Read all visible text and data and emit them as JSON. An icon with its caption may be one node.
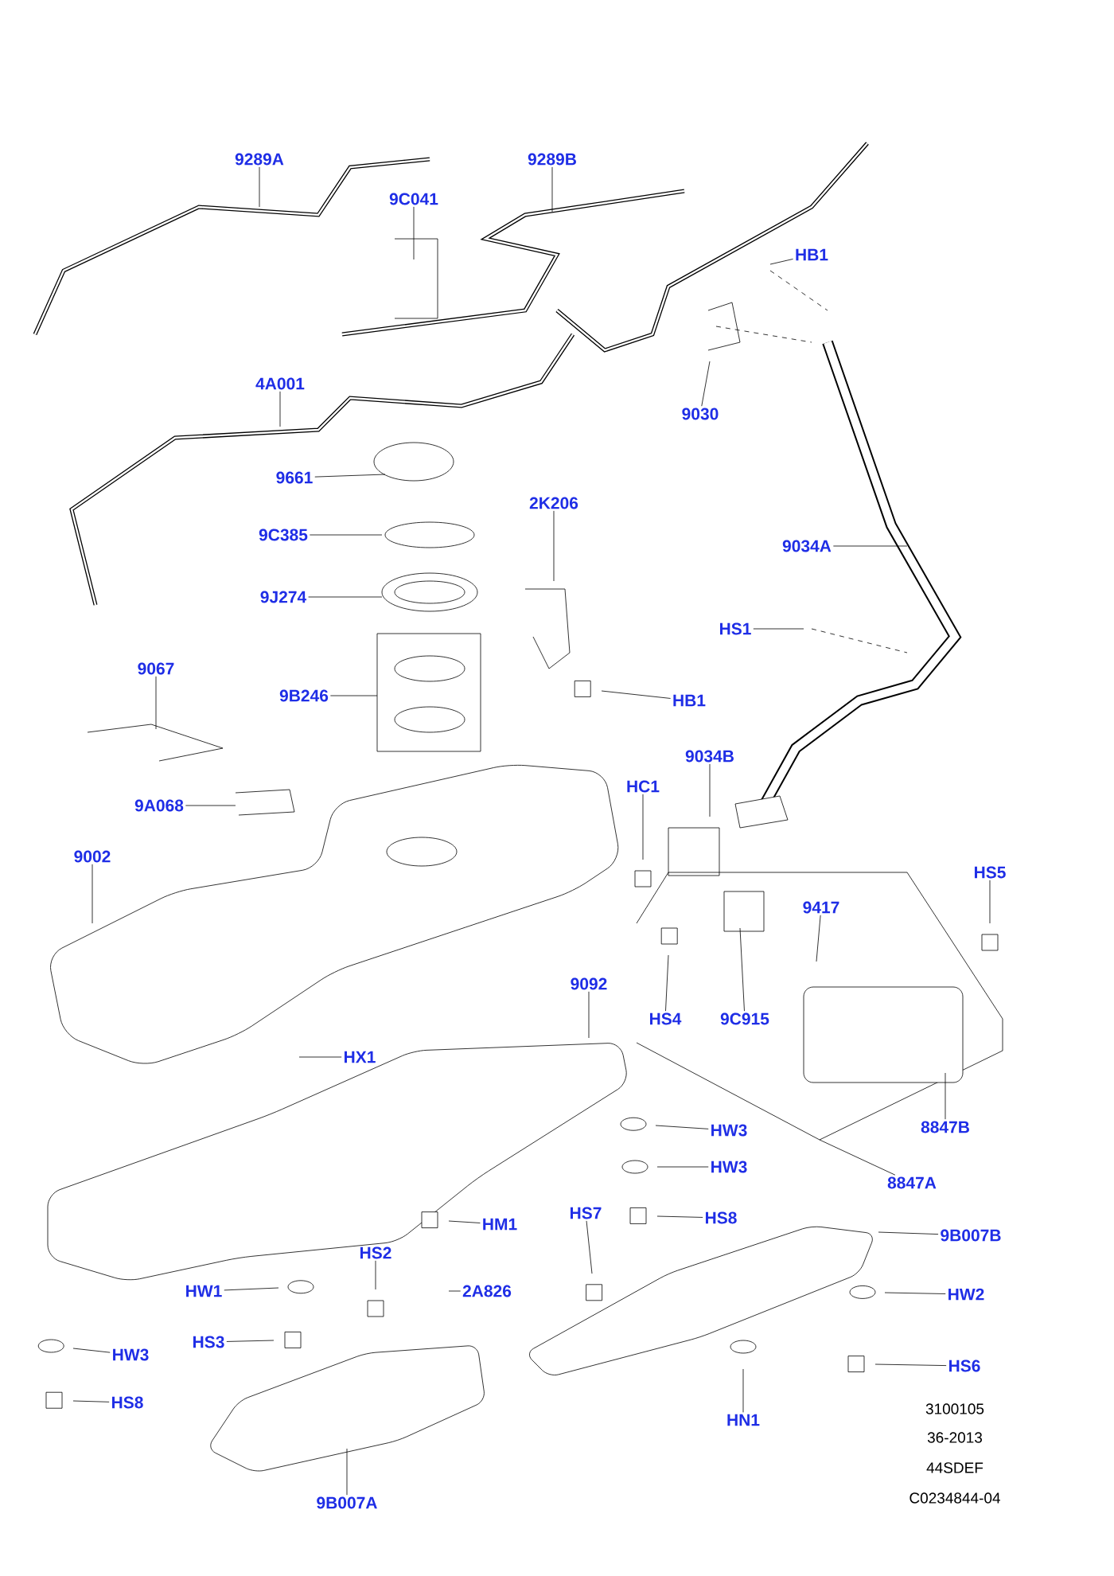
{
  "diagram": {
    "nodes": [
      {
        "text": [
          "9289A"
        ]
      },
      {
        "text": [
          "9289B"
        ]
      },
      {
        "text": [
          "9C041"
        ]
      },
      {
        "text": [
          "HB1"
        ]
      },
      {
        "text": [
          "4A001"
        ]
      },
      {
        "text": [
          "9030"
        ]
      },
      {
        "text": [
          "9661"
        ]
      },
      {
        "text": [
          "2K206"
        ]
      },
      {
        "text": [
          "9C385"
        ]
      },
      {
        "text": [
          "9034A"
        ]
      },
      {
        "text": [
          "9J274"
        ]
      },
      {
        "text": [
          "HS1"
        ]
      },
      {
        "text": [
          "9067"
        ]
      },
      {
        "text": [
          "9B246"
        ]
      },
      {
        "text": [
          "HB1"
        ]
      },
      {
        "text": [
          "9034B"
        ]
      },
      {
        "text": [
          "HC1"
        ]
      },
      {
        "text": [
          "9A068"
        ]
      },
      {
        "text": [
          "9002"
        ]
      },
      {
        "text": [
          "HS5"
        ]
      },
      {
        "text": [
          "9417"
        ]
      },
      {
        "text": [
          "HS4"
        ]
      },
      {
        "text": [
          "9C915"
        ]
      },
      {
        "text": [
          "9092"
        ]
      },
      {
        "text": [
          "HX1"
        ]
      },
      {
        "text": [
          "HW3"
        ]
      },
      {
        "text": [
          "8847B"
        ]
      },
      {
        "text": [
          "HW3"
        ]
      },
      {
        "text": [
          "8847A"
        ]
      },
      {
        "text": [
          "HM1"
        ]
      },
      {
        "text": [
          "HS7"
        ]
      },
      {
        "text": [
          "HS8"
        ]
      },
      {
        "text": [
          "9B007B"
        ]
      },
      {
        "text": [
          "HS2"
        ]
      },
      {
        "text": [
          "HW1"
        ]
      },
      {
        "text": [
          "2A826"
        ]
      },
      {
        "text": [
          "HW2"
        ]
      },
      {
        "text": [
          "HS3"
        ]
      },
      {
        "text": [
          "HW3"
        ]
      },
      {
        "text": [
          "HS6"
        ]
      },
      {
        "text": [
          "HS8"
        ]
      },
      {
        "text": [
          "HN1"
        ]
      },
      {
        "text": [
          "9B007A"
        ]
      }
    ],
    "edges": [
      {
        "from": 0,
        "to": null,
        "arrow": "none"
      },
      {
        "from": 1,
        "to": null,
        "arrow": "none"
      },
      {
        "from": 2,
        "to": null,
        "arrow": "none"
      },
      {
        "from": 3,
        "to": null,
        "arrow": "none"
      },
      {
        "from": 4,
        "to": null,
        "arrow": "none"
      },
      {
        "from": 5,
        "to": null,
        "arrow": "none"
      },
      {
        "from": 6,
        "to": null,
        "arrow": "none"
      },
      {
        "from": 7,
        "to": null,
        "arrow": "none"
      },
      {
        "from": 8,
        "to": null,
        "arrow": "none"
      },
      {
        "from": 9,
        "to": null,
        "arrow": "none"
      },
      {
        "from": 10,
        "to": null,
        "arrow": "none"
      },
      {
        "from": 11,
        "to": null,
        "arrow": "none"
      },
      {
        "from": 12,
        "to": null,
        "arrow": "none"
      },
      {
        "from": 13,
        "to": null,
        "arrow": "none"
      },
      {
        "from": 14,
        "to": null,
        "arrow": "none"
      },
      {
        "from": 15,
        "to": null,
        "arrow": "none"
      },
      {
        "from": 16,
        "to": null,
        "arrow": "none"
      },
      {
        "from": 17,
        "to": null,
        "arrow": "none"
      },
      {
        "from": 18,
        "to": null,
        "arrow": "none"
      },
      {
        "from": 19,
        "to": null,
        "arrow": "none"
      },
      {
        "from": 20,
        "to": null,
        "arrow": "none"
      },
      {
        "from": 21,
        "to": null,
        "arrow": "none"
      },
      {
        "from": 22,
        "to": null,
        "arrow": "none"
      },
      {
        "from": 23,
        "to": null,
        "arrow": "none"
      },
      {
        "from": 24,
        "to": null,
        "arrow": "none"
      },
      {
        "from": 25,
        "to": null,
        "arrow": "none"
      },
      {
        "from": 26,
        "to": null,
        "arrow": "none"
      },
      {
        "from": 27,
        "to": null,
        "arrow": "none"
      },
      {
        "from": 28,
        "to": null,
        "arrow": "none"
      },
      {
        "from": 29,
        "to": null,
        "arrow": "none"
      },
      {
        "from": 30,
        "to": null,
        "arrow": "none"
      },
      {
        "from": 31,
        "to": null,
        "arrow": "none"
      },
      {
        "from": 32,
        "to": null,
        "arrow": "none"
      },
      {
        "from": 33,
        "to": null,
        "arrow": "none"
      },
      {
        "from": 34,
        "to": null,
        "arrow": "none"
      },
      {
        "from": 35,
        "to": null,
        "arrow": "none"
      },
      {
        "from": 36,
        "to": null,
        "arrow": "none"
      },
      {
        "from": 37,
        "to": null,
        "arrow": "none"
      },
      {
        "from": 38,
        "to": null,
        "arrow": "none"
      },
      {
        "from": 39,
        "to": null,
        "arrow": "none"
      },
      {
        "from": 40,
        "to": null,
        "arrow": "none"
      },
      {
        "from": 41,
        "to": null,
        "arrow": "none"
      },
      {
        "from": 42,
        "to": null,
        "arrow": "none"
      }
    ],
    "labels": [
      "3100105",
      "36-2013",
      "44SDEF",
      "C0234844-04"
    ]
  }
}
